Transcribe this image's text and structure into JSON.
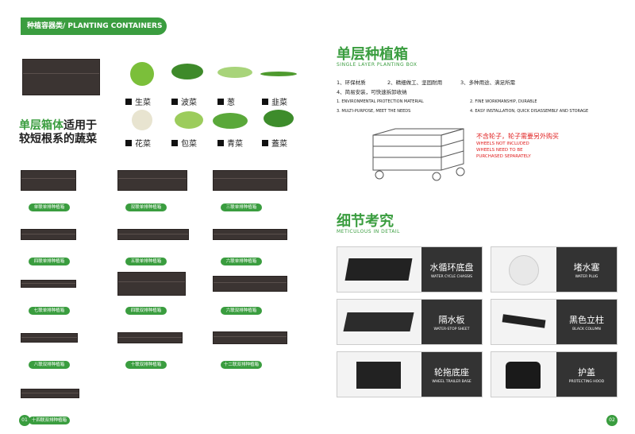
{
  "header": {
    "label": "种植容器类/ PLANTING CONTAINERS"
  },
  "left": {
    "vegetables": [
      {
        "name": "生菜",
        "color": "#7bbf3a"
      },
      {
        "name": "波菜",
        "color": "#3e8a2a"
      },
      {
        "name": "葱",
        "color": "#a8d47a"
      },
      {
        "name": "韭菜",
        "color": "#4e9a2e"
      },
      {
        "name": "花菜",
        "color": "#e8e4d0"
      },
      {
        "name": "包菜",
        "color": "#9ccc5c"
      },
      {
        "name": "青菜",
        "color": "#5aa83a"
      },
      {
        "name": "蓋菜",
        "color": "#3d8c2b"
      }
    ],
    "headline_green": "单层箱体",
    "headline_black1": "适用于",
    "headline_black2": "较短根系的蔬菜",
    "products": [
      "单联单排种植箱",
      "双联单排种植箱",
      "三联单排种植箱",
      "四联单排种植箱",
      "五联单排种植箱",
      "六联单排种植箱",
      "七联单排种植箱",
      "四联双排种植箱",
      "六联双排种植箱",
      "八联双排种植箱",
      "十联双排种植箱",
      "十二联双排种植箱",
      "十四联双排种植箱"
    ],
    "page": "01"
  },
  "right": {
    "title_cn": "单层种植箱",
    "title_en": "SINGLE LAYER PLANTING BOX",
    "features_cn": [
      "1、环保材质",
      "2、精细做工、坚固耐用",
      "3、多种用途、满足所需",
      "4、简易安装，可快速拆卸收纳"
    ],
    "features_en": [
      "1. ENVIRONMENTAL PROTECTION MATERIAL",
      "2. FINE WORKMANSHIP, DURABLE",
      "3. MULTI-PURPOSE, MEET THE NEEDS",
      "4. EASY INSTALLATION, QUICK DISASSEMBLY AND STORAGE"
    ],
    "wheel_note_cn": "不含轮子，轮子需要另外购买",
    "wheel_note_en": [
      "WHEELS NOT INCLUDED",
      "WHEELS NEED TO BE",
      "PURCHASED SEPARATELY"
    ],
    "detail_cn": "细节考究",
    "detail_en": "METICULOUS IN DETAIL",
    "details": [
      {
        "cn": "水循环底盘",
        "en": "WATER CYCLE CHASSIS"
      },
      {
        "cn": "堵水塞",
        "en": "WATER PLUG"
      },
      {
        "cn": "隔水板",
        "en": "WATER-STOP SHEET"
      },
      {
        "cn": "黑色立柱",
        "en": "BLACK COLUMN"
      },
      {
        "cn": "轮拖底座",
        "en": "WHEEL TRAILER BASE"
      },
      {
        "cn": "护盖",
        "en": "PROTECTING HOOD"
      }
    ],
    "page": "02",
    "colors": {
      "accent": "#3a9d3f",
      "note": "#e02020"
    }
  }
}
